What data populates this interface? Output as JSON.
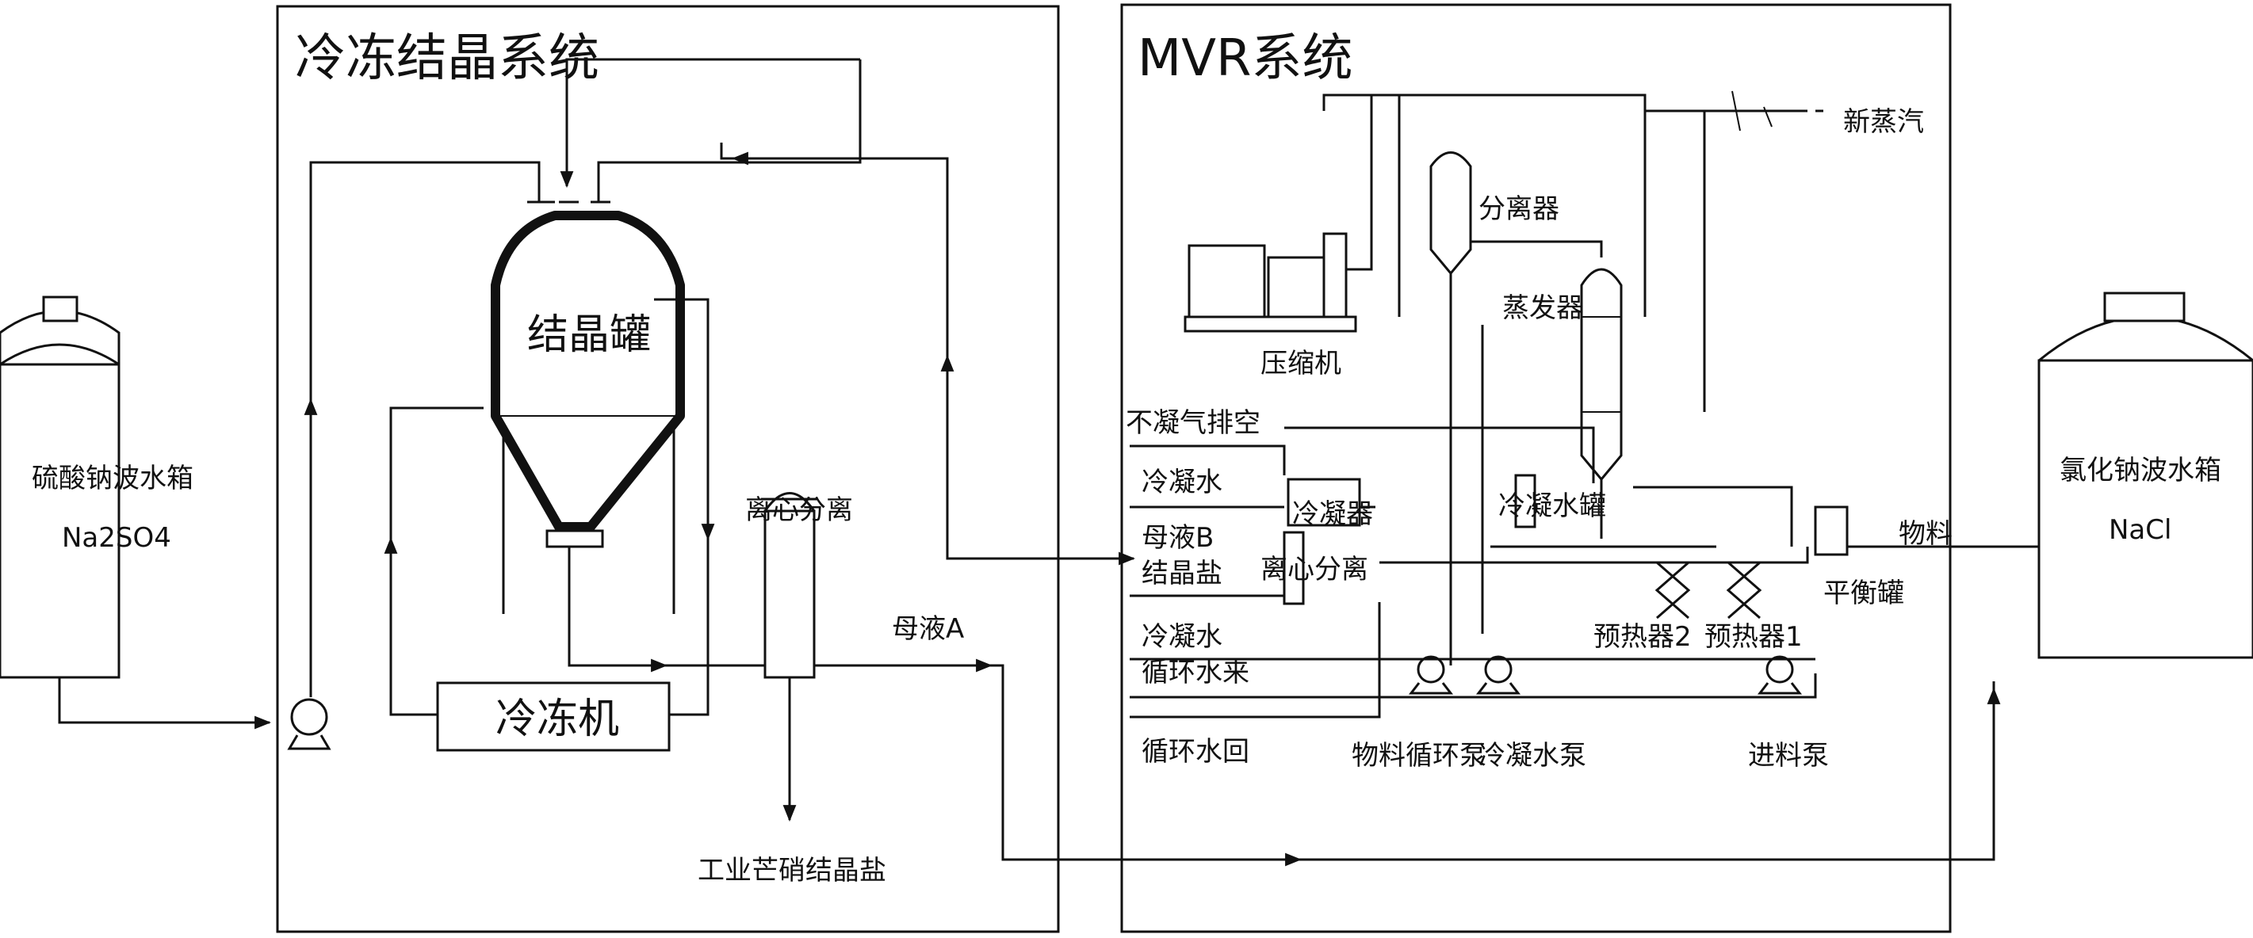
{
  "systems": {
    "freeze": "冷冻结晶系统",
    "mvr": "MVR系统"
  },
  "tanks": {
    "left_name": "硫酸钠波水箱",
    "left_formula": "Na2SO4",
    "right_name": "氯化钠波水箱",
    "right_formula": "NaCl"
  },
  "equipment": {
    "crystal_tank": "结晶罐",
    "freezer": "冷冻机",
    "centrifuge_a": "离心分离",
    "salt_out": "工业芒硝结晶盐",
    "mother_a": "母液A",
    "separator": "分离器",
    "evaporator": "蒸发器",
    "compressor": "压缩机",
    "fresh_steam": "新蒸汽",
    "condenser": "冷凝器",
    "condensate_tank": "冷凝水罐",
    "centrifuge_b": "离心分离",
    "balance_tank": "平衡罐",
    "material": "物料",
    "preheater2": "预热器2",
    "preheater1": "预热器1",
    "circ_pump": "物料循环泵",
    "cond_pump": "冷凝水泵",
    "feed_pump": "进料泵"
  },
  "streams": {
    "noncond_vent": "不凝气排空",
    "cond_water1": "冷凝水",
    "mother_b": "母液B",
    "crystal_salt": "结晶盐",
    "cond_water2": "冷凝水",
    "cw_in": "循环水来",
    "cw_return": "循环水回"
  },
  "colors": {
    "line": "#111111",
    "background": "#ffffff"
  }
}
